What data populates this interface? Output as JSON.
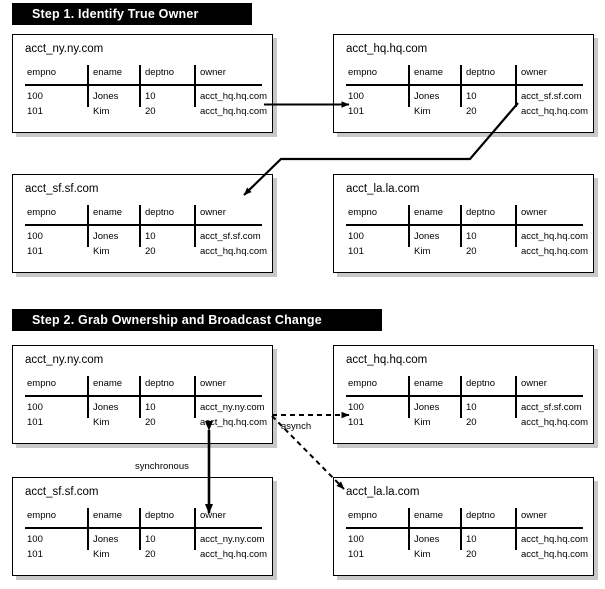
{
  "steps": [
    {
      "id": "step1",
      "label": "Step 1.  Identify True Owner"
    },
    {
      "id": "step2",
      "label": "Step 2.  Grab Ownership and Broadcast Change"
    }
  ],
  "columns": [
    "empno",
    "ename",
    "deptno",
    "owner"
  ],
  "nodes": [
    {
      "id": "s1-ny",
      "title": "acct_ny.ny.com",
      "rows": [
        [
          "100",
          "Jones",
          "10",
          "acct_hq.hq.com"
        ],
        [
          "101",
          "Kim",
          "20",
          "acct_hq.hq.com"
        ]
      ]
    },
    {
      "id": "s1-hq",
      "title": "acct_hq.hq.com",
      "rows": [
        [
          "100",
          "Jones",
          "10",
          "acct_sf.sf.com"
        ],
        [
          "101",
          "Kim",
          "20",
          "acct_hq.hq.com"
        ]
      ]
    },
    {
      "id": "s1-sf",
      "title": "acct_sf.sf.com",
      "rows": [
        [
          "100",
          "Jones",
          "10",
          "acct_sf.sf.com"
        ],
        [
          "101",
          "Kim",
          "20",
          "acct_hq.hq.com"
        ]
      ]
    },
    {
      "id": "s1-la",
      "title": "acct_la.la.com",
      "rows": [
        [
          "100",
          "Jones",
          "10",
          "acct_hq.hq.com"
        ],
        [
          "101",
          "Kim",
          "20",
          "acct_hq.hq.com"
        ]
      ]
    },
    {
      "id": "s2-ny",
      "title": "acct_ny.ny.com",
      "rows": [
        [
          "100",
          "Jones",
          "10",
          "acct_ny.ny.com"
        ],
        [
          "101",
          "Kim",
          "20",
          "acct_hq.hq.com"
        ]
      ]
    },
    {
      "id": "s2-hq",
      "title": "acct_hq.hq.com",
      "rows": [
        [
          "100",
          "Jones",
          "10",
          "acct_sf.sf.com"
        ],
        [
          "101",
          "Kim",
          "20",
          "acct_hq.hq.com"
        ]
      ]
    },
    {
      "id": "s2-sf",
      "title": "acct_sf.sf.com",
      "rows": [
        [
          "100",
          "Jones",
          "10",
          "acct_ny.ny.com"
        ],
        [
          "101",
          "Kim",
          "20",
          "acct_hq.hq.com"
        ]
      ]
    },
    {
      "id": "s2-la",
      "title": "acct_la.la.com",
      "rows": [
        [
          "100",
          "Jones",
          "10",
          "acct_hq.hq.com"
        ],
        [
          "101",
          "Kim",
          "20",
          "acct_hq.hq.com"
        ]
      ]
    }
  ],
  "annotations": {
    "asynch": "asynch",
    "synchronous": "synchronous"
  },
  "colors": {
    "bar_background": "#000000",
    "bar_text": "#ffffff",
    "box_border": "#000000",
    "box_shadow": "#c8c8c8",
    "arrow": "#000000",
    "page_background": "#ffffff"
  }
}
